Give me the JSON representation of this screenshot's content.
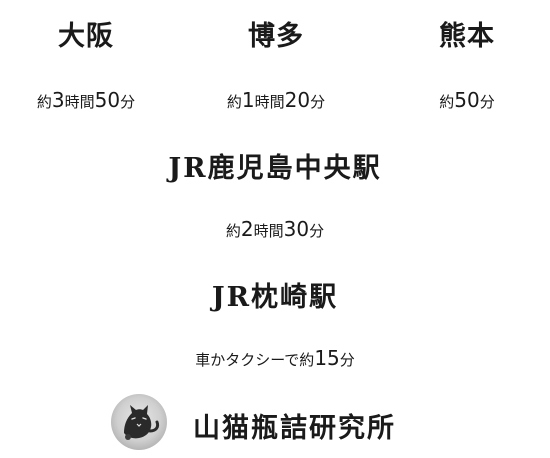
{
  "origins": [
    {
      "name": "大阪",
      "duration": "約3時間50分"
    },
    {
      "name": "博多",
      "duration": "約1時間20分"
    },
    {
      "name": "熊本",
      "duration": "約50分"
    }
  ],
  "station1": {
    "name": "JR鹿児島中央駅",
    "duration": "約2時間30分"
  },
  "station2": {
    "name": "JR枕崎駅",
    "duration": "車かタクシーで約15分"
  },
  "destination": {
    "name": "山猫瓶詰研究所",
    "logo_icon": "wildcat-logo-icon"
  }
}
